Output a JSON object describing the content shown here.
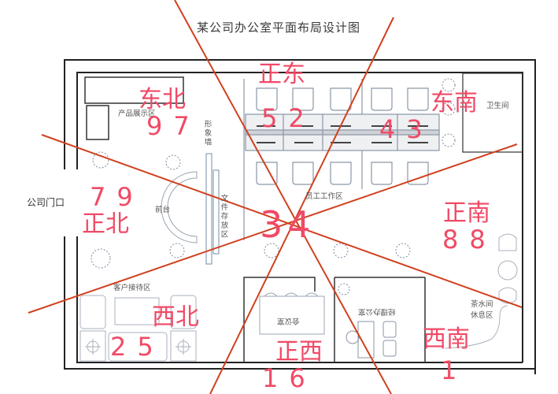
{
  "title": "某公司办公室平面布局设计图",
  "rooms": {
    "product_display": "产品展示区",
    "image_wall": "形象墙",
    "front_desk": "前台",
    "file_storage": "文件存放区",
    "work_area": "员工工作区",
    "restroom": "卫生间",
    "tea_room_line1": "茶水间",
    "tea_room_line2": "休息区",
    "reception": "客户接待区",
    "meeting_room": "会议室",
    "manager_office": "经理办公室",
    "company_door": "公司门口"
  },
  "directions": [
    {
      "name": "正东",
      "number": "52"
    },
    {
      "name": "东南",
      "number": "43"
    },
    {
      "name": "正南",
      "number": "88"
    },
    {
      "name": "西南",
      "number": "1"
    },
    {
      "name": "正西",
      "number": "16"
    },
    {
      "name": "西北",
      "number": "25"
    },
    {
      "name": "正北",
      "number": "79"
    },
    {
      "name": "东北",
      "number": "97"
    }
  ],
  "center_number": "34",
  "colors": {
    "direction_text": "#f04a66",
    "sector_lines": "#d0411f",
    "walls": "#222222",
    "furniture": "#8a96a6"
  }
}
